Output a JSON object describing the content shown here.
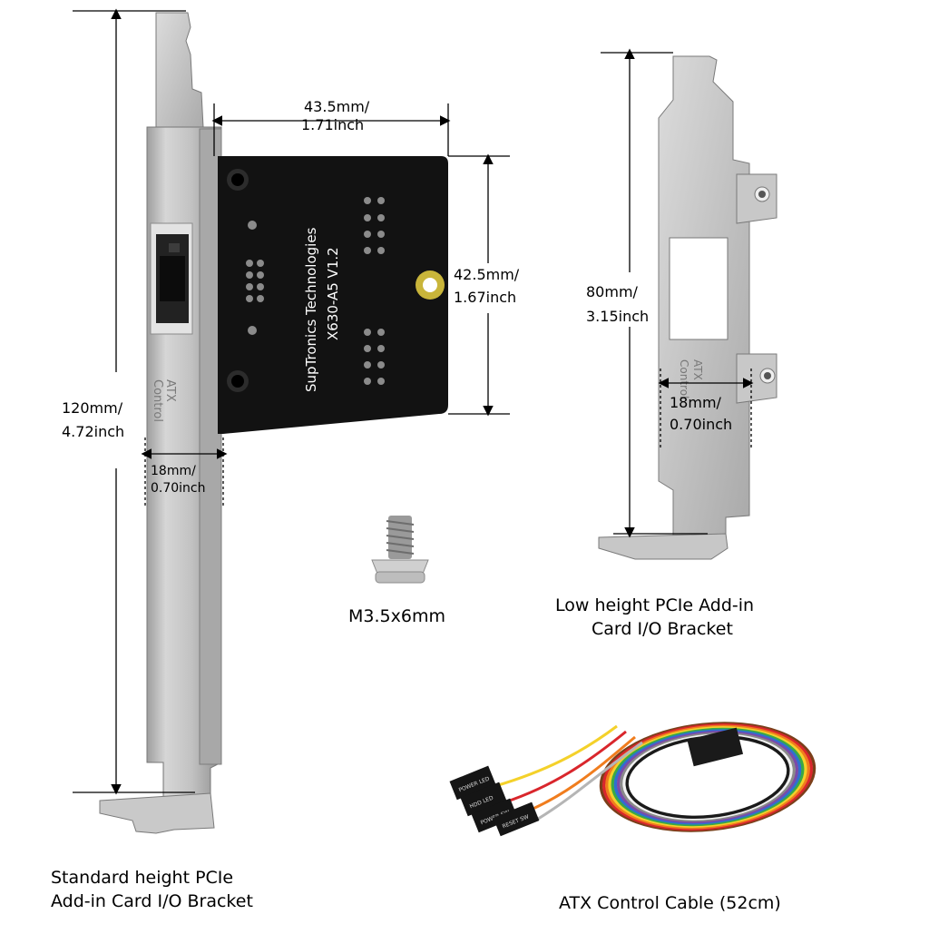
{
  "pcb": {
    "brand": "SupTronics Technologies",
    "model": "X630-A5  V1.2"
  },
  "dimensions": {
    "pcb_width": {
      "mm": "43.5mm/",
      "inch": "1.71inch"
    },
    "pcb_height": {
      "mm": "42.5mm/",
      "inch": "1.67inch"
    },
    "standard_bracket_height": {
      "mm": "120mm/",
      "inch": "4.72inch"
    },
    "standard_bracket_width": {
      "mm": "18mm/",
      "inch": "0.70inch"
    },
    "low_bracket_height": {
      "mm": "80mm/",
      "inch": "3.15inch"
    },
    "low_bracket_width": {
      "mm": "18mm/",
      "inch": "0.70inch"
    }
  },
  "screw": {
    "label": "M3.5x6mm"
  },
  "captions": {
    "standard_bracket": [
      "Standard height PCIe",
      "Add-in Card I/O Bracket"
    ],
    "low_bracket": [
      "Low height PCIe Add-in",
      "Card I/O Bracket"
    ],
    "cable": "ATX Control Cable (52cm)"
  },
  "bracket_stamp": [
    "ATX",
    "Control"
  ],
  "connector_labels": [
    "POWER LED",
    "HDD LED",
    "POWER SW",
    "RESET SW"
  ],
  "cable_colors": [
    "#7b3f1a",
    "#d9262c",
    "#f07d1e",
    "#f4d12a",
    "#3aa945",
    "#2f6fd0",
    "#7b4aa8",
    "#8a8a8a",
    "#f2f2f2",
    "#1a1a1a"
  ],
  "colors": {
    "bracket": "#c5c5c5",
    "pcb": "#111111",
    "dimension_line": "#000000"
  }
}
